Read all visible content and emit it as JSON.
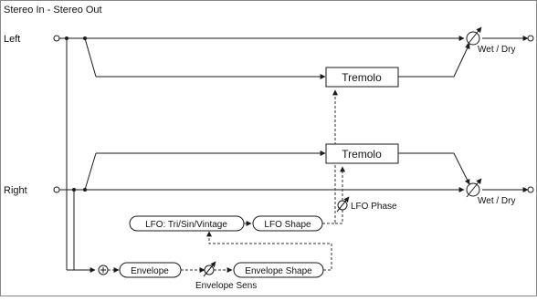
{
  "header": {
    "title": "Stereo In - Stereo Out"
  },
  "inputs": {
    "left": "Left",
    "right": "Right"
  },
  "blocks": {
    "tremolo_left": "Tremolo",
    "tremolo_right": "Tremolo",
    "lfo_waveform": "LFO: Tri/Sin/Vintage",
    "lfo_shape": "LFO Shape",
    "envelope": "Envelope",
    "envelope_shape": "Envelope Shape"
  },
  "labels": {
    "wet_dry_left": "Wet / Dry",
    "wet_dry_right": "Wet / Dry",
    "lfo_phase": "LFO Phase",
    "envelope_sens": "Envelope Sens"
  },
  "colors": {
    "line": "#1a1a1a",
    "dashed": "#333333",
    "block_fill": "#ffffff",
    "background": "#ffffff"
  }
}
